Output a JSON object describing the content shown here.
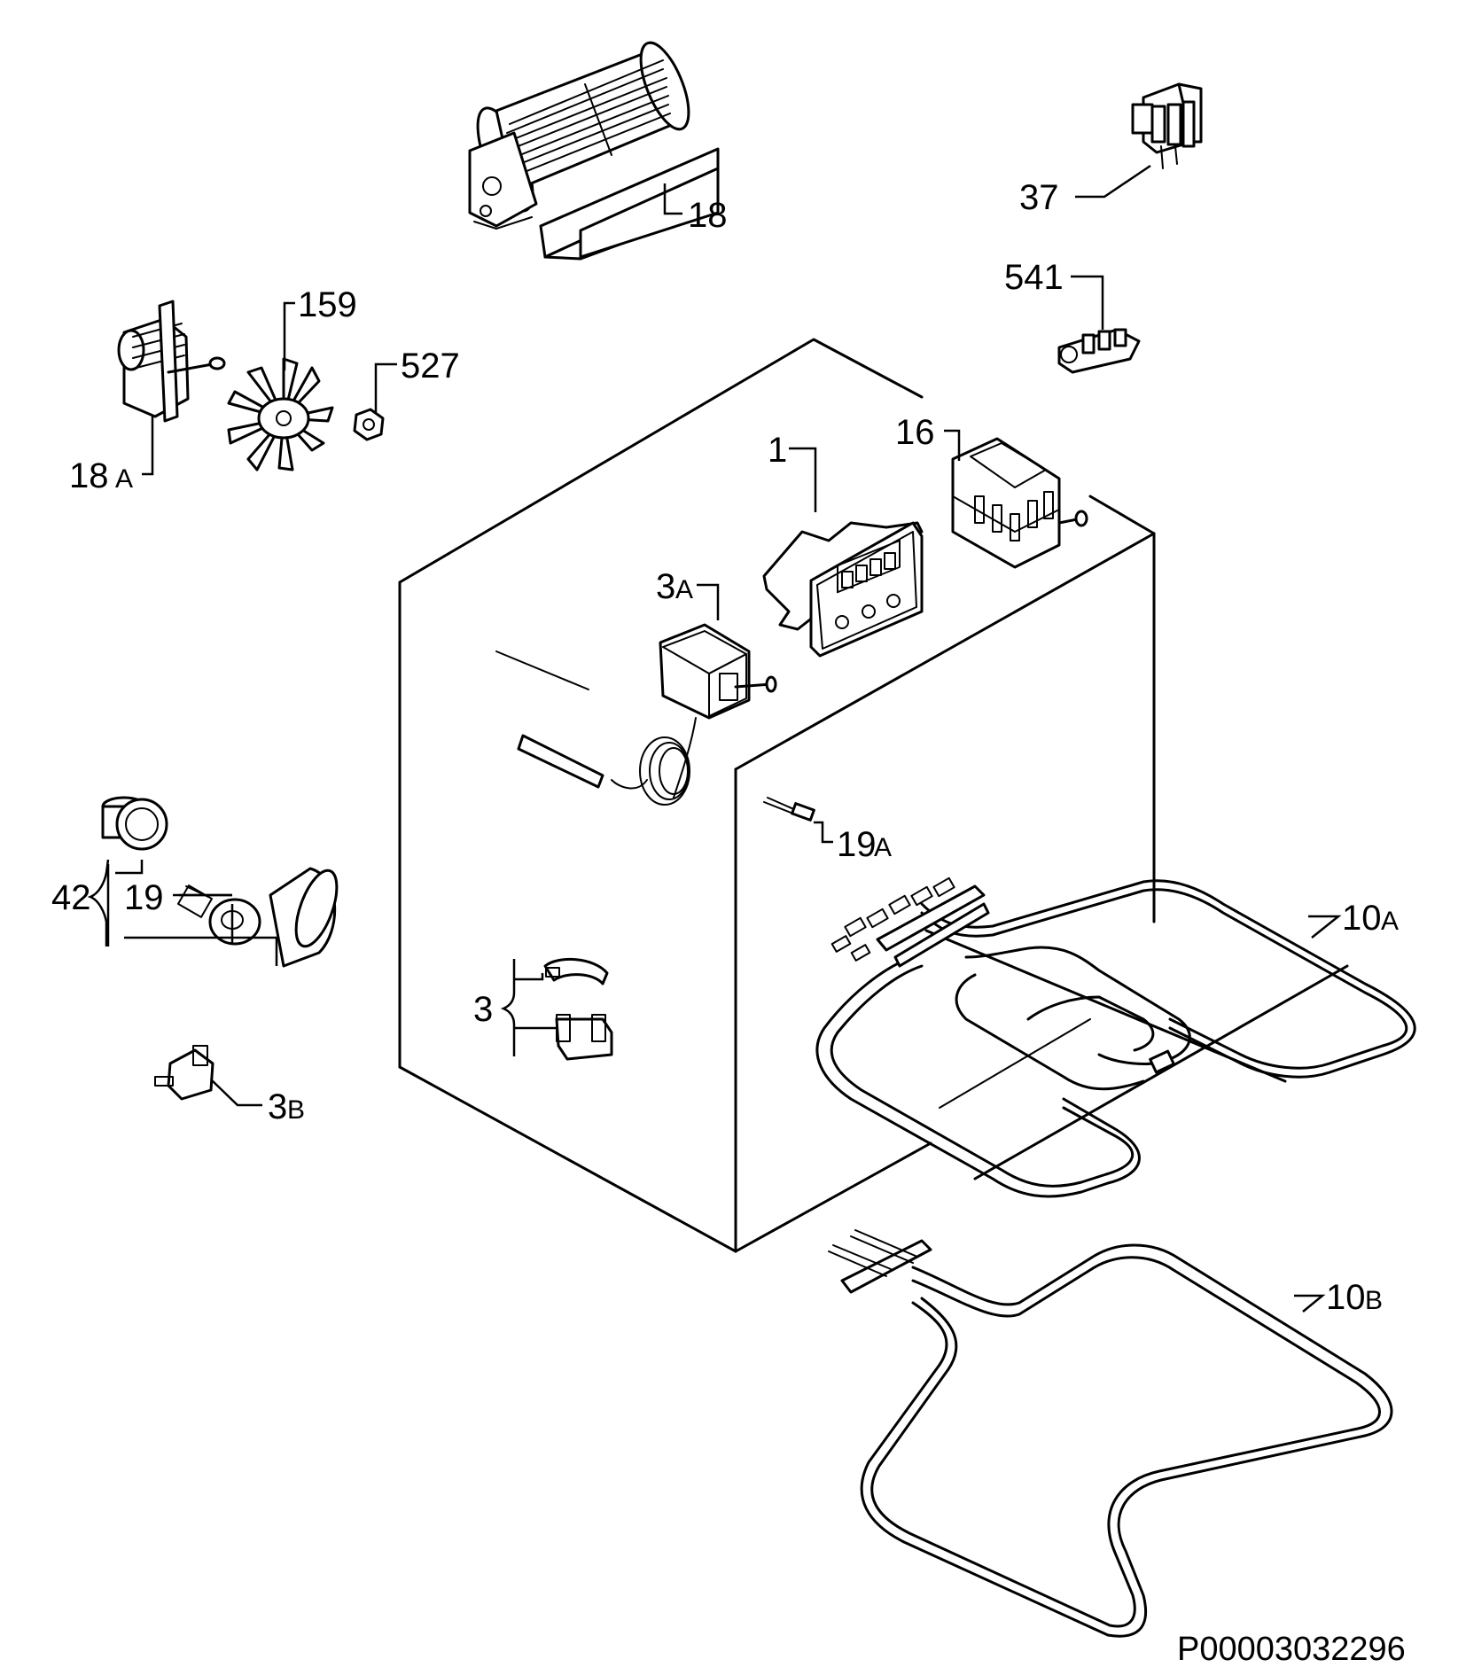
{
  "labels": {
    "p18": "18",
    "p37": "37",
    "p541": "541",
    "p159": "159",
    "p527": "527",
    "p18a_num": "18",
    "p18a_suffix": "A",
    "p16": "16",
    "p1": "1",
    "p3a_num": "3",
    "p3a_suffix": "A",
    "p19a_num": "19",
    "p19a_suffix": "A",
    "p42": "42",
    "p19": "19",
    "p10a_num": "10",
    "p10a_suffix": "A",
    "p3": "3",
    "p3b_num": "3",
    "p3b_suffix": "B",
    "p10b_num": "10",
    "p10b_suffix": "B"
  },
  "reference_code": "P00003032296"
}
